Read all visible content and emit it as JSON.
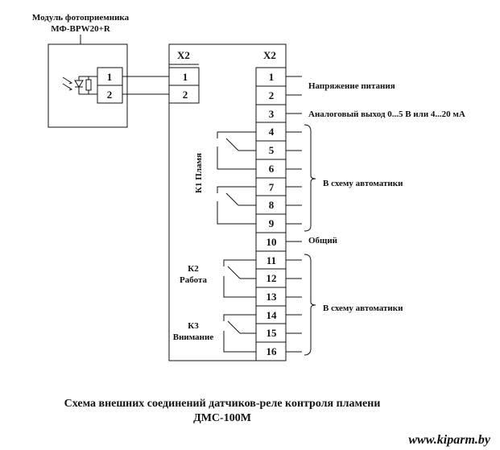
{
  "module": {
    "title_line1": "Модуль фотоприемника",
    "title_line2": "МФ-BPW20+R",
    "terminals": [
      "1",
      "2"
    ]
  },
  "unit": {
    "left_header": "X2",
    "right_header": "X2",
    "left_terminals": [
      "1",
      "2"
    ],
    "right_terminals": [
      "1",
      "2",
      "3",
      "4",
      "5",
      "6",
      "7",
      "8",
      "9",
      "10",
      "11",
      "12",
      "13",
      "14",
      "15",
      "16"
    ]
  },
  "labels": {
    "power": "Напряжение питания",
    "analog": "Аналоговый выход 0...5 В или 4...20 мА",
    "automation_1": "В схему автоматики",
    "common": "Общий",
    "automation_2": "В схему автоматики",
    "relay_k1": "К1 Пламя",
    "relay_k2_line1": "К2",
    "relay_k2_line2": "Работа",
    "relay_k3_line1": "К3",
    "relay_k3_line2": "Внимание"
  },
  "caption": {
    "line1": "Схема внешних соединений датчиков-реле контроля пламени",
    "line2": "ДМС-100М"
  },
  "watermark": "www.kiparm.by"
}
